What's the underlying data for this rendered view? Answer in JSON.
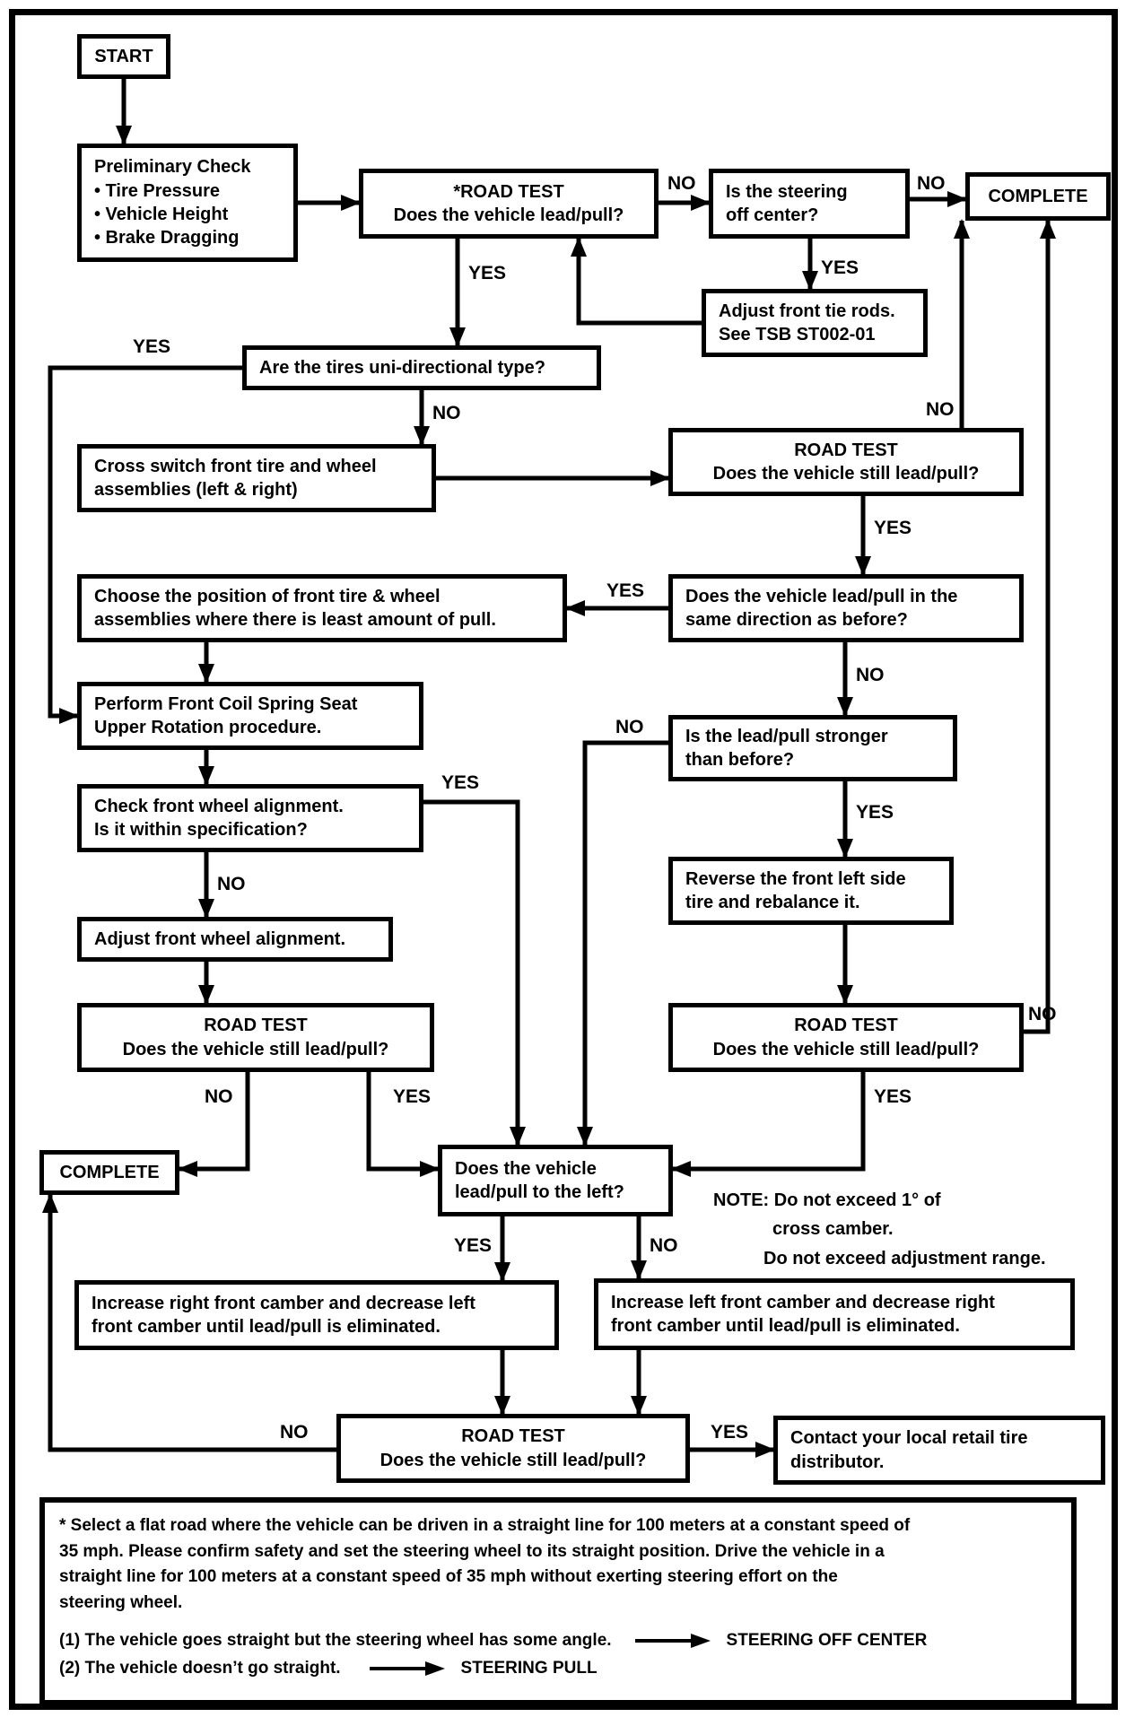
{
  "colors": {
    "ink": "#000000",
    "paper": "#ffffff"
  },
  "nodes": {
    "start": "START",
    "preliminary": "Preliminary Check\n• Tire Pressure\n• Vehicle Height\n• Brake Dragging",
    "road_test_1": "*ROAD TEST\nDoes the vehicle lead/pull?",
    "steering_off_center": "Is the steering\noff center?",
    "complete_top": "COMPLETE",
    "tie_rods": "Adjust front tie rods.\nSee TSB ST002-01",
    "uni_directional": "Are the tires uni-directional type?",
    "cross_switch": "Cross switch front tire and wheel\nassemblies (left & right)",
    "road_test_r1": "ROAD TEST\nDoes the vehicle still lead/pull?",
    "choose_position": "Choose the position of front tire & wheel\nassemblies where there is least amount of pull.",
    "same_direction": "Does the vehicle lead/pull in the\nsame direction as before?",
    "perform_coil": "Perform Front Coil Spring Seat\nUpper Rotation procedure.",
    "stronger": "Is the lead/pull stronger\nthan before?",
    "check_alignment": "Check front wheel alignment.\nIs it within specification?",
    "reverse_tire": "Reverse the front left side\ntire and rebalance it.",
    "adjust_alignment": "Adjust front wheel alignment.",
    "road_test_left": "ROAD TEST\nDoes the vehicle still lead/pull?",
    "road_test_r2": "ROAD TEST\nDoes the vehicle still lead/pull?",
    "complete_bottom": "COMPLETE",
    "pull_left": "Does the vehicle\nlead/pull to the left?",
    "increase_right": "Increase right front camber and decrease left\nfront camber until lead/pull is eliminated.",
    "increase_left": "Increase left front camber and decrease right\nfront camber until lead/pull is eliminated.",
    "road_test_bottom": "ROAD TEST\nDoes the vehicle still lead/pull?",
    "contact": "Contact your local retail tire\ndistributor."
  },
  "labels": {
    "rt1_no": "NO",
    "steer_no": "NO",
    "rt1_yes": "YES",
    "steer_yes": "YES",
    "uni_yes": "YES",
    "uni_no": "NO",
    "rtr1_no": "NO",
    "rtr1_yes": "YES",
    "same_yes": "YES",
    "same_no": "NO",
    "stronger_no": "NO",
    "stronger_yes": "YES",
    "check_yes": "YES",
    "check_no": "NO",
    "rtl_no": "NO",
    "rtl_yes": "YES",
    "rtr2_no": "NO",
    "rtr2_yes": "YES",
    "pull_yes": "YES",
    "pull_no": "NO",
    "rtb_no": "NO",
    "rtb_yes": "YES"
  },
  "note": {
    "line1": "NOTE: Do not exceed 1° of",
    "line2": "cross camber.",
    "line3": "Do not exceed adjustment range."
  },
  "footnote": {
    "paragraph": "* Select a flat road where the vehicle can be driven in a straight line for 100 meters at a constant speed of\n35 mph. Please confirm safety and set the steering wheel to its straight position. Drive the vehicle in a\nstraight line for 100 meters at a constant speed of 35 mph without exerting steering effort on the\nsteering wheel.",
    "item1_text": "(1) The vehicle goes straight but the steering wheel has some angle.",
    "item1_result": "STEERING OFF CENTER",
    "item2_text": "(2) The vehicle doesn’t go straight.",
    "item2_result": "STEERING PULL"
  }
}
